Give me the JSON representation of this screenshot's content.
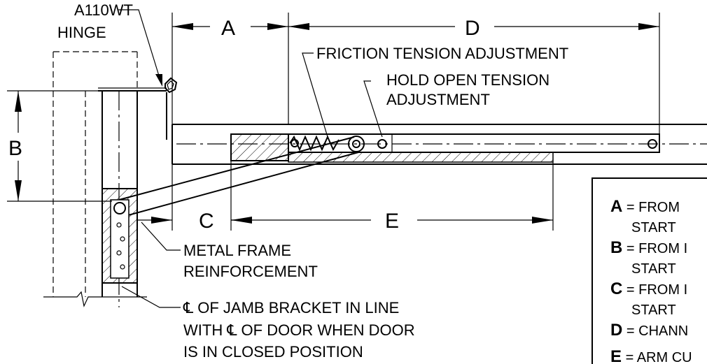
{
  "labels": {
    "hinge_line1": "A110WT",
    "hinge_line2": "HINGE",
    "dim_a": "A",
    "dim_b": "B",
    "dim_c": "C",
    "dim_d": "D",
    "dim_e": "E",
    "friction": "FRICTION TENSION ADJUSTMENT",
    "hold_open_line1": "HOLD OPEN TENSION",
    "hold_open_line2": "ADJUSTMENT",
    "metal_line1": "METAL FRAME",
    "metal_line2": "REINFORCEMENT",
    "jamb_line1": "℄ OF JAMB BRACKET IN LINE",
    "jamb_line2": "WITH ℄ OF DOOR WHEN DOOR",
    "jamb_line3": "IS IN CLOSED POSITION"
  },
  "legend": [
    {
      "key": "A",
      "text": " = FROM",
      "cont": "START"
    },
    {
      "key": "B",
      "text": " = FROM I",
      "cont": "START"
    },
    {
      "key": "C",
      "text": " = FROM I",
      "cont": "START"
    },
    {
      "key": "D",
      "text": " = CHANN",
      "cont": ""
    },
    {
      "key": "E",
      "text": " = ARM CU",
      "cont": ""
    }
  ]
}
